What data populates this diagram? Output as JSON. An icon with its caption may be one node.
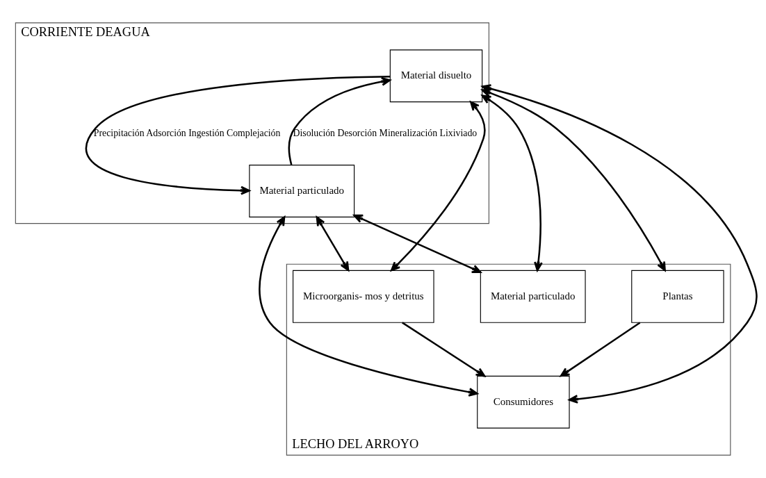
{
  "diagram": {
    "nodes": [
      {
        "text": [
          "CORRIENTE DEAGUA"
        ]
      },
      {
        "text": [
          "Material disuelto"
        ],
        "in": 0
      },
      {
        "text": [
          "Material particulado"
        ],
        "in": 0
      },
      {
        "text": [
          "LECHO DEL ARROYO"
        ]
      },
      {
        "text": [
          "Material particulado"
        ],
        "in": 3
      },
      {
        "text": [
          "Plantas"
        ],
        "in": 3
      },
      {
        "text": [
          "Microorganis- mos y detritus"
        ],
        "in": 3
      },
      {
        "text": [
          "Consumidores"
        ],
        "in": 3
      }
    ],
    "edges": [
      {
        "from": 2,
        "to": 1,
        "arrow": "to",
        "label": "Disolución Desorción Mineralización Lixiviado"
      },
      {
        "from": 1,
        "to": 2,
        "arrow": "to",
        "label": "Precipitación Adsorción Ingestión Complejación"
      },
      {
        "from": 1,
        "to": 4,
        "arrow": "both"
      },
      {
        "from": 1,
        "to": 6,
        "arrow": "both"
      },
      {
        "from": 1,
        "to": 5,
        "arrow": "both"
      },
      {
        "from": 1,
        "to": 7,
        "arrow": "both"
      },
      {
        "from": 2,
        "to": 4,
        "arrow": "both"
      },
      {
        "from": 2,
        "to": 6,
        "arrow": "both"
      },
      {
        "from": 2,
        "to": 7,
        "arrow": "both"
      },
      {
        "from": 5,
        "to": 7,
        "arrow": "to"
      },
      {
        "from": 6,
        "to": 7,
        "arrow": "to"
      }
    ]
  }
}
